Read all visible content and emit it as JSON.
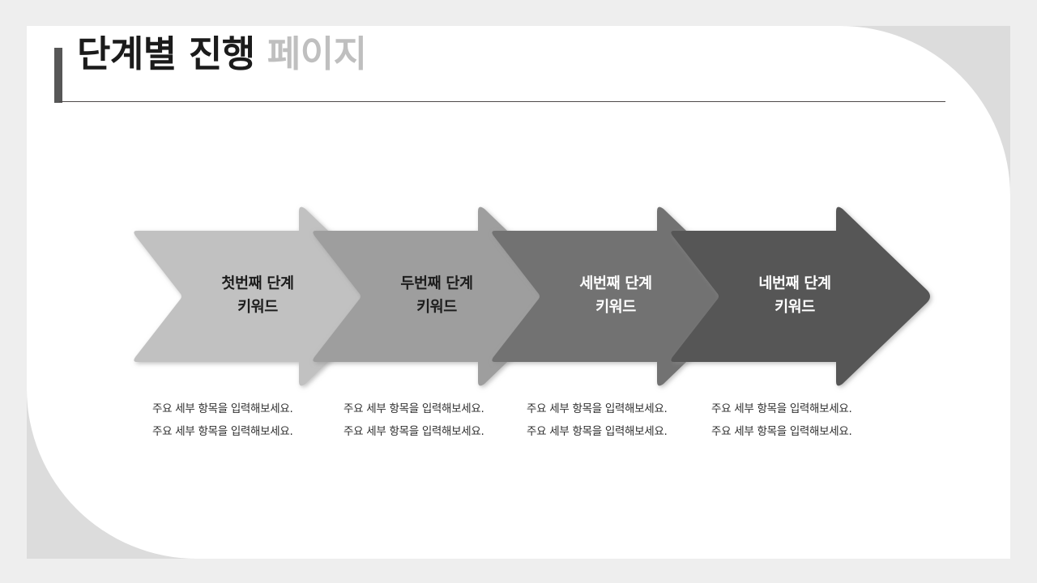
{
  "slide": {
    "title_main": "단계별 진행",
    "title_sub": "페이지",
    "background_color": "#eeeeee",
    "card_color": "#ffffff",
    "backdrop_color": "#dcdcdc",
    "accent_color": "#575757",
    "rule_color": "#4e4a4a"
  },
  "steps": [
    {
      "label": "첫번째 단계\n키워드",
      "color": "#c1c1c1",
      "text_color": "#1d1d1d",
      "captions": [
        "주요 세부 항목을 입력해보세요.",
        "주요 세부 항목을 입력해보세요."
      ]
    },
    {
      "label": "두번째 단계\n키워드",
      "color": "#9e9e9e",
      "text_color": "#1d1d1d",
      "captions": [
        "주요 세부 항목을 입력해보세요.",
        "주요 세부 항목을 입력해보세요."
      ]
    },
    {
      "label": "세번째 단계\n키워드",
      "color": "#727272",
      "text_color": "#ffffff",
      "captions": [
        "주요 세부 항목을 입력해보세요.",
        "주요 세부 항목을 입력해보세요."
      ]
    },
    {
      "label": "네번째 단계\n키워드",
      "color": "#565656",
      "text_color": "#ffffff",
      "captions": [
        "주요 세부 항목을 입력해보세요.",
        "주요 세부 항목을 입력해보세요."
      ]
    }
  ]
}
